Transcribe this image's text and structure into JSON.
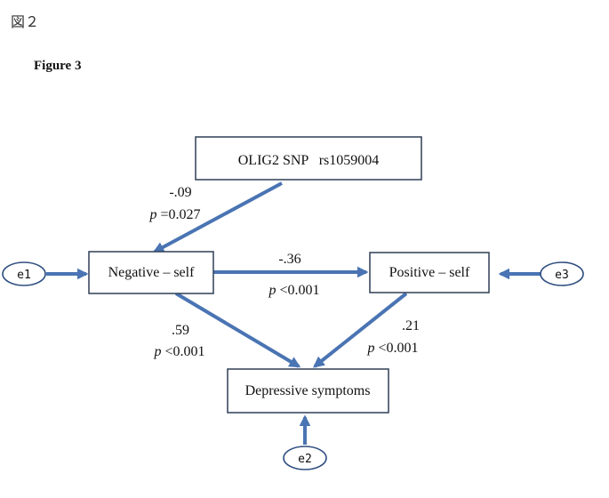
{
  "header": {
    "kanji_label": "図２",
    "figure_label": "Figure 3"
  },
  "nodes": {
    "snp": "OLIG2 SNP   rs1059004",
    "negative_self": "Negative – self",
    "positive_self": "Positive – self",
    "depressive": "Depressive symptoms"
  },
  "errors": {
    "e1": "e1",
    "e2": "e2",
    "e3": "e3"
  },
  "paths": {
    "snp_to_negative": {
      "coef": "-.09",
      "p_symbol": "p",
      "p_value": " =0.027"
    },
    "negative_to_positive": {
      "coef": "-.36",
      "p_symbol": "p",
      "p_value": " <0.001"
    },
    "negative_to_depressive": {
      "coef": ".59",
      "p_symbol": "p",
      "p_value": " <0.001"
    },
    "positive_to_depressive": {
      "coef": ".21",
      "p_symbol": "p",
      "p_value": " <0.001"
    }
  },
  "colors": {
    "arrow": "#4a74b3",
    "box_border": "#2f3e55",
    "ellipse_border": "#2f4e80"
  }
}
